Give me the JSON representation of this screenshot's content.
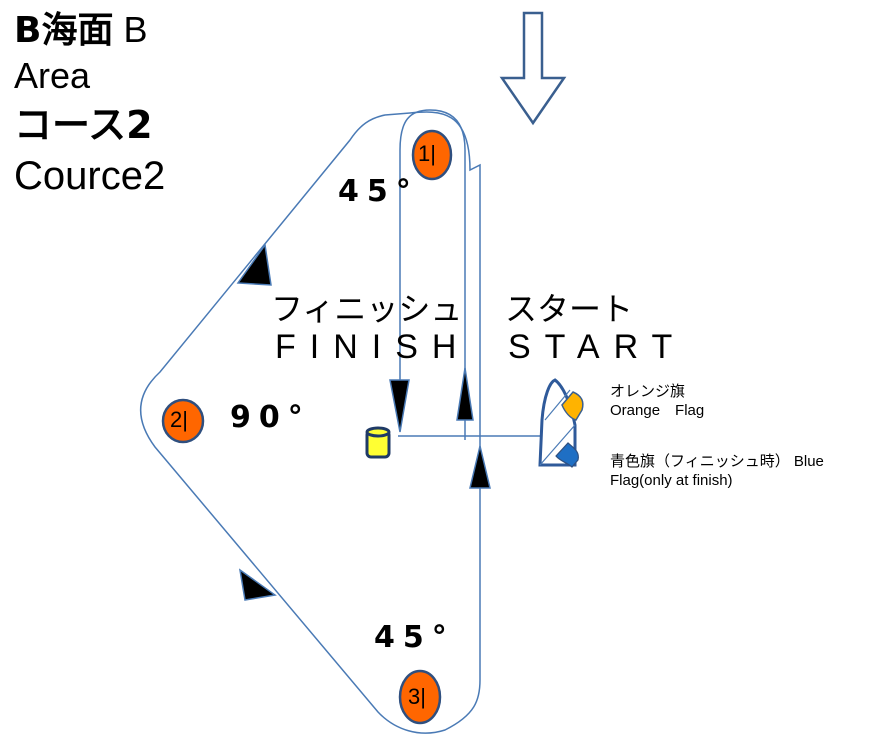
{
  "heading": {
    "area_prefix": "B",
    "area_jp": "海面",
    "area_suffix": " B",
    "area_en": "Area",
    "course_jp": "コース2",
    "course_en": "Cource2"
  },
  "marks": [
    {
      "id": "mark-1",
      "label": "1|",
      "angle": "45°"
    },
    {
      "id": "mark-2",
      "label": "2|",
      "angle": "90°"
    },
    {
      "id": "mark-3",
      "label": "3|",
      "angle": "45°"
    }
  ],
  "finish": {
    "jp": "フィニッシュ",
    "en": "FINISH"
  },
  "start": {
    "jp": "スタート",
    "en": "START"
  },
  "flags": {
    "orange_jp": "オレンジ旗",
    "orange_en": "Orange　Flag",
    "blue_line1": "青色旗（フィニッシュ時） Blue",
    "blue_line2": "Flag(only at finish)"
  },
  "colors": {
    "mark_fill": "#ff6600",
    "mark_stroke": "#2f4f7f",
    "course_line": "#4a7ab5",
    "arrow_fill": "#000000",
    "wind_arrow": "#3a5f8f",
    "orange_flag": "#ffb300",
    "blue_flag": "#1f6fc4",
    "finish_buoy": "#ffff33"
  },
  "icons": {
    "wind": "down-arrow-outline",
    "finish_buoy": "cylinder-buoy",
    "committee_boat": "boat-outline"
  }
}
